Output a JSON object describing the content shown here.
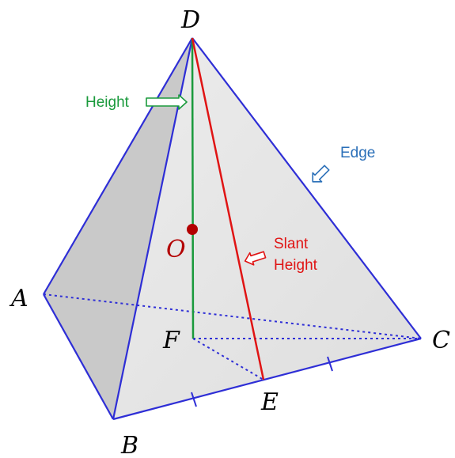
{
  "colors": {
    "edge": "#2e2ed6",
    "height": "#1a9a3c",
    "slant": "#e01414",
    "center": "#b30000",
    "edge_annotation": "#2a6fb8",
    "face_light": "#e4e4e4",
    "face_dark": "#c9c9c9"
  },
  "vertices": {
    "D": "D",
    "A": "A",
    "B": "B",
    "C": "C",
    "E": "E",
    "F": "F",
    "O": "O"
  },
  "annotations": {
    "height": "Height",
    "edge": "Edge",
    "slant_line1": "Slant",
    "slant_line2": "Height"
  }
}
